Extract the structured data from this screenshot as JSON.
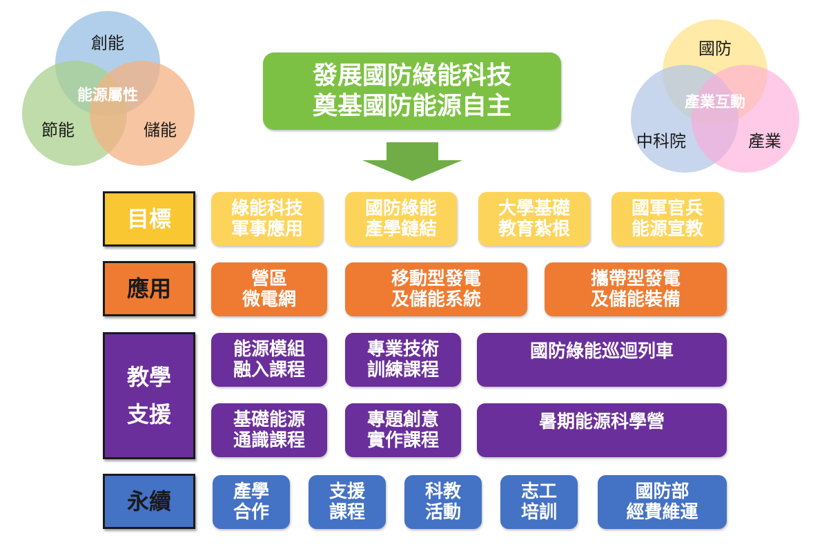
{
  "colors": {
    "green": "#7cc143",
    "yellow": "#fdd45a",
    "yellow_cat": "#f9c732",
    "orange": "#ee7b31",
    "purple": "#6a2f9a",
    "blue": "#4472c4",
    "venn_blue": "#9dc3e6",
    "venn_green": "#a9d08e",
    "venn_orange": "#f4b183",
    "venn_yellow": "#ffe699",
    "venn_lavender": "#b4c7e7",
    "venn_pink": "#ffa7d8"
  },
  "title": {
    "line1": "發展國防綠能科技",
    "line2": "奠基國防能源自主"
  },
  "venn_left": {
    "top": "創能",
    "left": "節能",
    "right": "儲能",
    "center": "能源屬性"
  },
  "venn_right": {
    "top": "國防",
    "left": "中科院",
    "right": "產業",
    "center": "產業互動"
  },
  "arrow_icon": "down-arrow",
  "rows": {
    "goal": {
      "label": [
        "目標"
      ],
      "items": [
        [
          "綠能科技",
          "軍事應用"
        ],
        [
          "國防綠能",
          "產學鏈結"
        ],
        [
          "大學基礎",
          "教育紮根"
        ],
        [
          "國軍官兵",
          "能源宣教"
        ]
      ]
    },
    "application": {
      "label": [
        "應用"
      ],
      "items": [
        [
          "營區",
          "微電網"
        ],
        [
          "移動型發電",
          "及儲能系統"
        ],
        [
          "攜帶型發電",
          "及儲能裝備"
        ]
      ]
    },
    "teaching": {
      "label": [
        "教學",
        "支援"
      ],
      "items": [
        [
          "能源模組",
          "融入課程"
        ],
        [
          "專業技術",
          "訓練課程"
        ],
        [
          "國防綠能巡迴列車"
        ],
        [
          "基礎能源",
          "通識課程"
        ],
        [
          "專題創意",
          "實作課程"
        ],
        [
          "暑期能源科學營"
        ]
      ]
    },
    "sustain": {
      "label": [
        "永續"
      ],
      "items": [
        [
          "產學",
          "合作"
        ],
        [
          "支援",
          "課程"
        ],
        [
          "科教",
          "活動"
        ],
        [
          "志工",
          "培訓"
        ],
        [
          "國防部",
          "經費維運"
        ]
      ]
    }
  }
}
